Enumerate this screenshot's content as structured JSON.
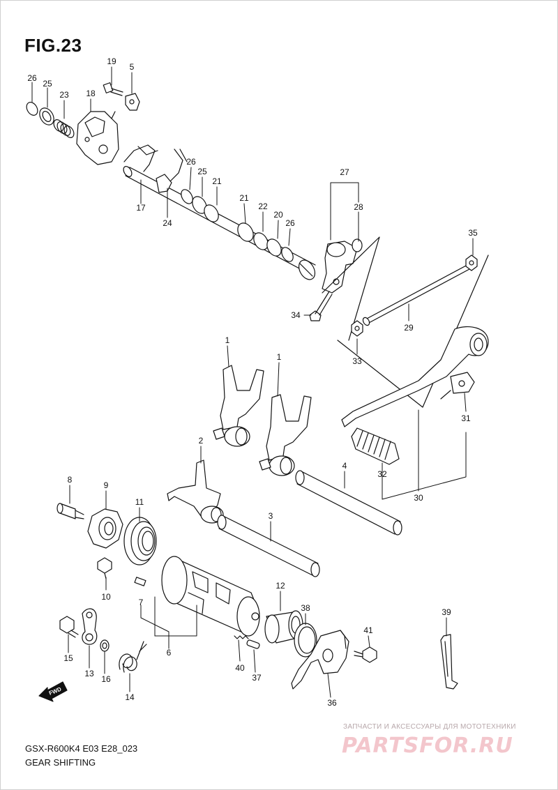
{
  "header": {
    "figure_title": "FIG.23"
  },
  "footer": {
    "model_code": "GSX-R600K4 E03 E28_023",
    "section_name": "GEAR SHIFTING"
  },
  "watermark": {
    "tagline": "ЗАПЧАСТИ И АКСЕССУАРЫ ДЛЯ МОТОТЕХНИКИ",
    "logo": "PARTSFOR.RU"
  },
  "direction_badge": {
    "label": "FWD"
  },
  "callouts": {
    "c1a": "1",
    "c1b": "1",
    "c2": "2",
    "c3": "3",
    "c4": "4",
    "c5": "5",
    "c6": "6",
    "c7": "7",
    "c8": "8",
    "c9": "9",
    "c10": "10",
    "c11": "11",
    "c12": "12",
    "c13": "13",
    "c14": "14",
    "c15": "15",
    "c16": "16",
    "c17": "17",
    "c18": "18",
    "c19": "19",
    "c20": "20",
    "c21a": "21",
    "c21b": "21",
    "c22": "22",
    "c23": "23",
    "c24": "24",
    "c25a": "25",
    "c25b": "25",
    "c26a": "26",
    "c26b": "26",
    "c26c": "26",
    "c27": "27",
    "c28": "28",
    "c29": "29",
    "c30": "30",
    "c31": "31",
    "c32": "32",
    "c33": "33",
    "c34": "34",
    "c35": "35",
    "c36": "36",
    "c37": "37",
    "c38": "38",
    "c39": "39",
    "c40": "40",
    "c41": "41"
  }
}
